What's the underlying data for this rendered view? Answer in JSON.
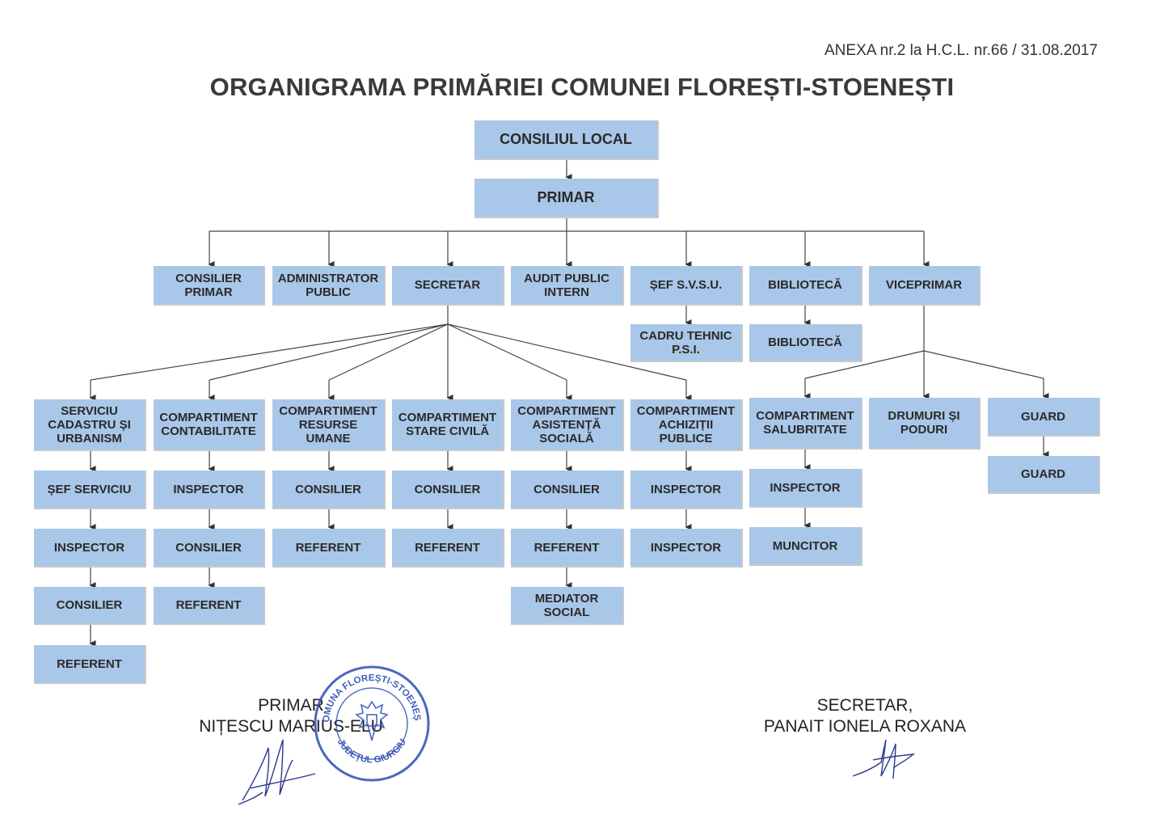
{
  "header": {
    "annex": "ANEXA nr.2 la H.C.L. nr.66 / 31.08.2017",
    "title": "ORGANIGRAMA PRIMĂRIEI COMUNEI FLOREȘTI-STOENEȘTI"
  },
  "chart": {
    "consiliul_local": "CONSILIUL LOCAL",
    "primar": "PRIMAR",
    "level2": {
      "consilier_primar": "CONSILIER PRIMAR",
      "administrator_public": "ADMINISTRATOR PUBLIC",
      "secretar": "SECRETAR",
      "audit": "AUDIT PUBLIC INTERN",
      "sef_svsu": "ȘEF S.V.S.U.",
      "biblioteca": "BIBLIOTECĂ",
      "viceprimar": "VICEPRIMAR"
    },
    "svsu_child": "CADRU TEHNIC P.S.I.",
    "biblioteca_child": "BIBLIOTECĂ",
    "secretar_departments": {
      "cadastru": [
        "SERVICIU CADASTRU ȘI URBANISM",
        "ȘEF SERVICIU",
        "INSPECTOR",
        "CONSILIER",
        "REFERENT"
      ],
      "contabilitate": [
        "COMPARTIMENT CONTABILITATE",
        "INSPECTOR",
        "CONSILIER",
        "REFERENT"
      ],
      "resurse_umane": [
        "COMPARTIMENT RESURSE UMANE",
        "CONSILIER",
        "REFERENT"
      ],
      "stare_civila": [
        "COMPARTIMENT STARE CIVILĂ",
        "CONSILIER",
        "REFERENT"
      ],
      "asistenta_sociala": [
        "COMPARTIMENT ASISTENȚĂ SOCIALĂ",
        "CONSILIER",
        "REFERENT",
        "MEDIATOR SOCIAL"
      ],
      "achizitii": [
        "COMPARTIMENT ACHIZIȚII PUBLICE",
        "INSPECTOR",
        "INSPECTOR"
      ]
    },
    "viceprimar_departments": {
      "salubritate": [
        "COMPARTIMENT SALUBRITATE",
        "INSPECTOR",
        "MUNCITOR"
      ],
      "drumuri": [
        "DRUMURI ȘI PODURI"
      ],
      "guard": [
        "GUARD",
        "GUARD"
      ]
    }
  },
  "signatures": {
    "primar_role": "PRIMAR",
    "primar_name": "NIȚESCU MARIUS-ELU",
    "secretar_role": "SECRETAR,",
    "secretar_name": "PANAIT IONELA ROXANA"
  },
  "stamp": {
    "text_top": "COMUNA FLOREȘTI-STOENEȘTI",
    "text_bottom": "JUDEȚUL GIURGIU"
  },
  "colors": {
    "box": "#a9c7e8",
    "text": "#2a2a2a",
    "stamp": "#2a4fb0",
    "line": "#333333"
  }
}
